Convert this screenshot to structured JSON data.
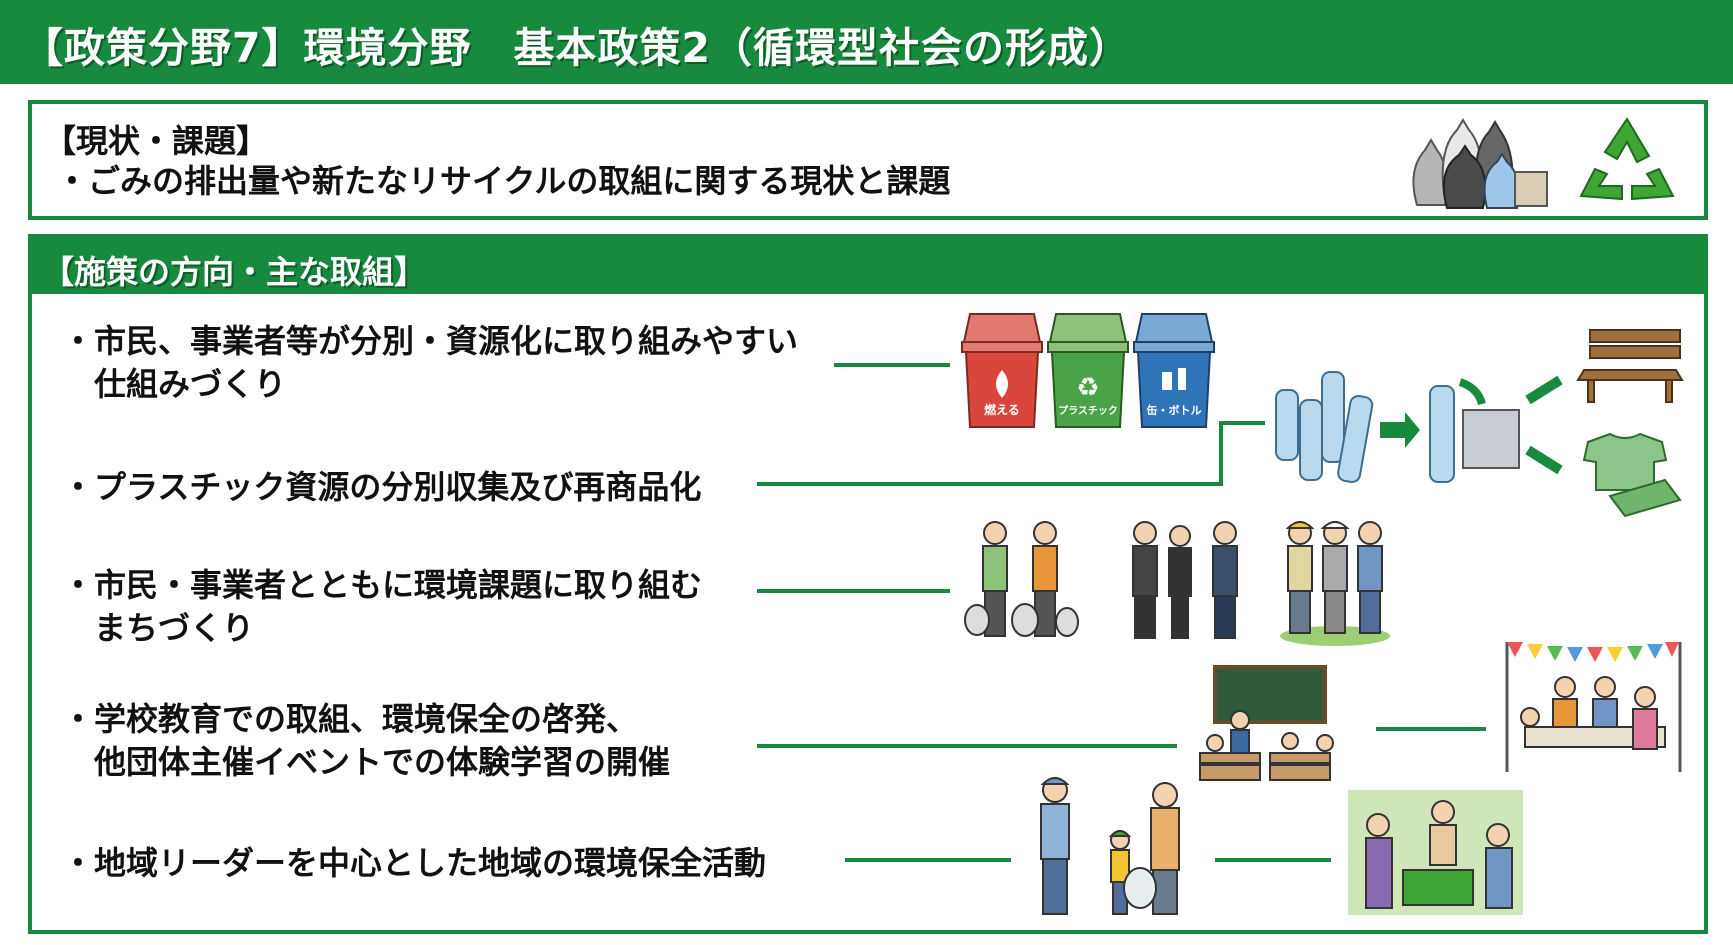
{
  "header": {
    "title": "【政策分野7】環境分野　基本政策2（循環型社会の形成）"
  },
  "status": {
    "heading": "【現状・課題】",
    "bullet": "・ごみの排出量や新たなリサイクルの取組に関する現状と課題"
  },
  "policy": {
    "heading": "【施策の方向・主な取組】",
    "items": [
      {
        "text": "・市民、事業者等が分別・資源化に取り組みやすい\n　仕組みづくり"
      },
      {
        "text": "・プラスチック資源の分別収集及び再商品化"
      },
      {
        "text": "・市民・事業者とともに環境課題に取り組む\n　まちづくり"
      },
      {
        "text": "・学校教育での取組、環境保全の啓発、\n　他団体主催イベントでの体験学習の開催"
      },
      {
        "text": "・地域リーダーを中心とした地域の環境保全活動"
      }
    ],
    "bins": [
      {
        "label": "燃える",
        "color": "#d9473c"
      },
      {
        "label": "プラスチック",
        "color": "#4aa346"
      },
      {
        "label": "缶・ボトル",
        "color": "#2f74b8"
      }
    ]
  },
  "colors": {
    "brand": "#178a3e"
  }
}
